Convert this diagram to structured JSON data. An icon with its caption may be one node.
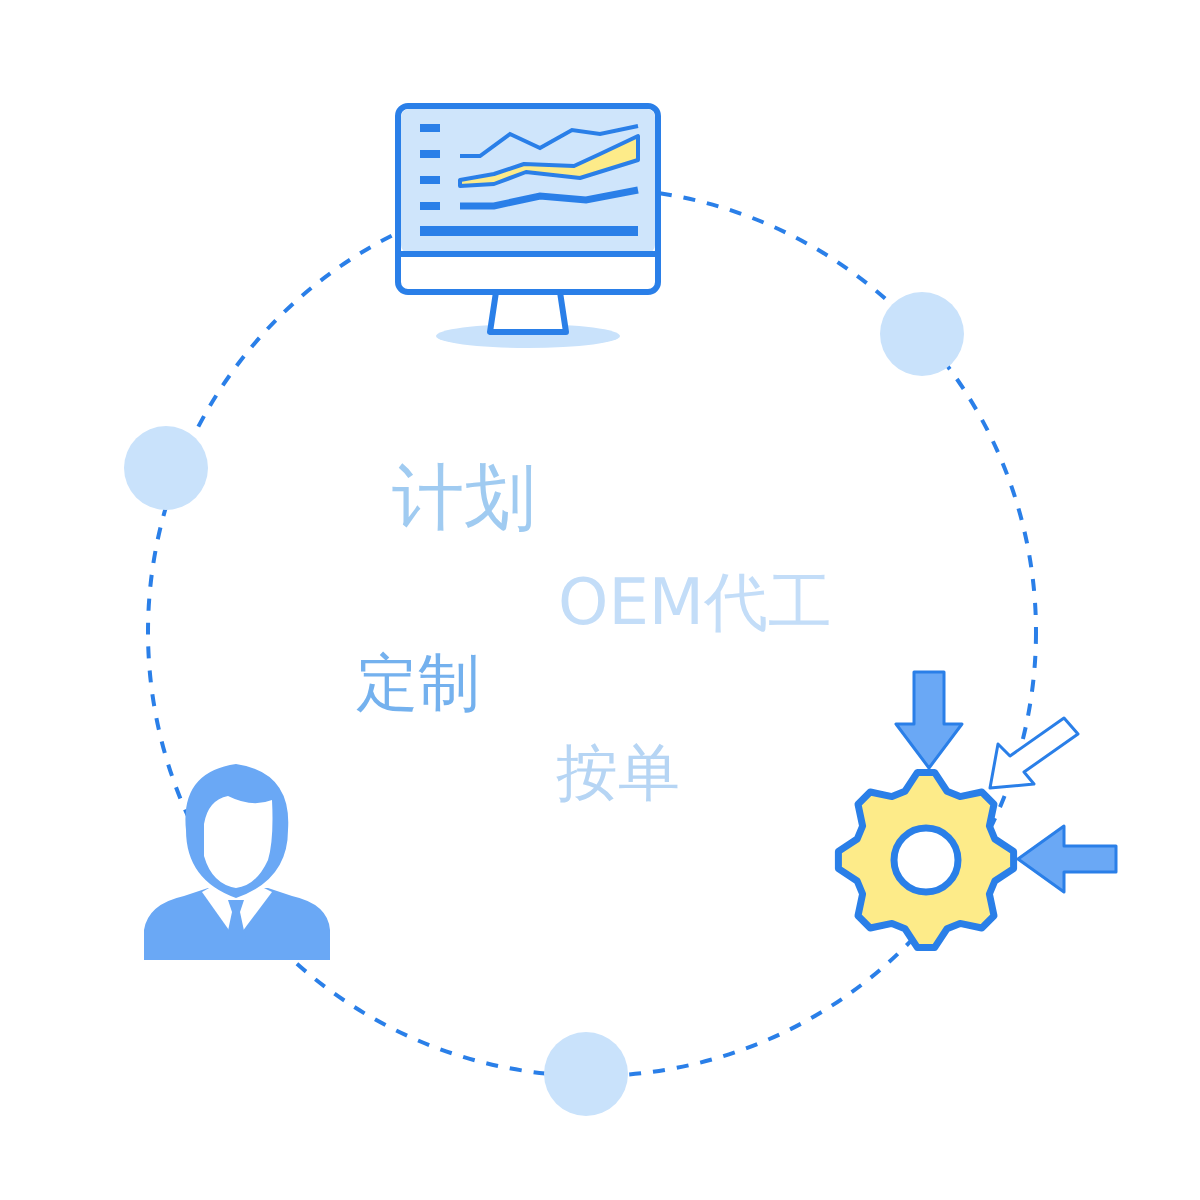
{
  "diagram": {
    "labels": [
      "计划",
      "OEM代工",
      "定制",
      "按单"
    ]
  }
}
